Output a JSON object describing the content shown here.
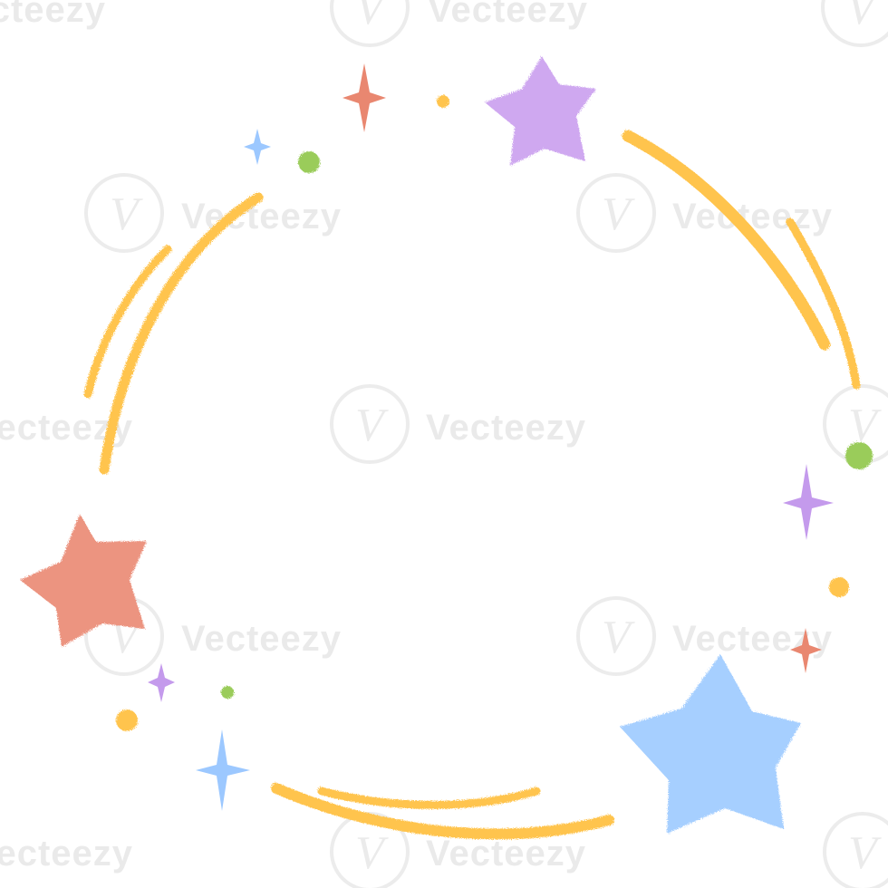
{
  "image": {
    "description_role": "decorative pastel crayon circle frame",
    "palette": {
      "arc": "#FFC44D",
      "star_purple": "#CFA8F0",
      "star_coral": "#EC9480",
      "star_blue": "#A6CFFF",
      "sparkle_coral": "#E98770",
      "sparkle_blue": "#9CC8FF",
      "sparkle_purple": "#C49AEC",
      "dot_green": "#9ACC5A",
      "dot_yellow": "#FFC44D"
    }
  },
  "watermark": {
    "brand": "Vecteezy",
    "logo_letter": "V"
  }
}
